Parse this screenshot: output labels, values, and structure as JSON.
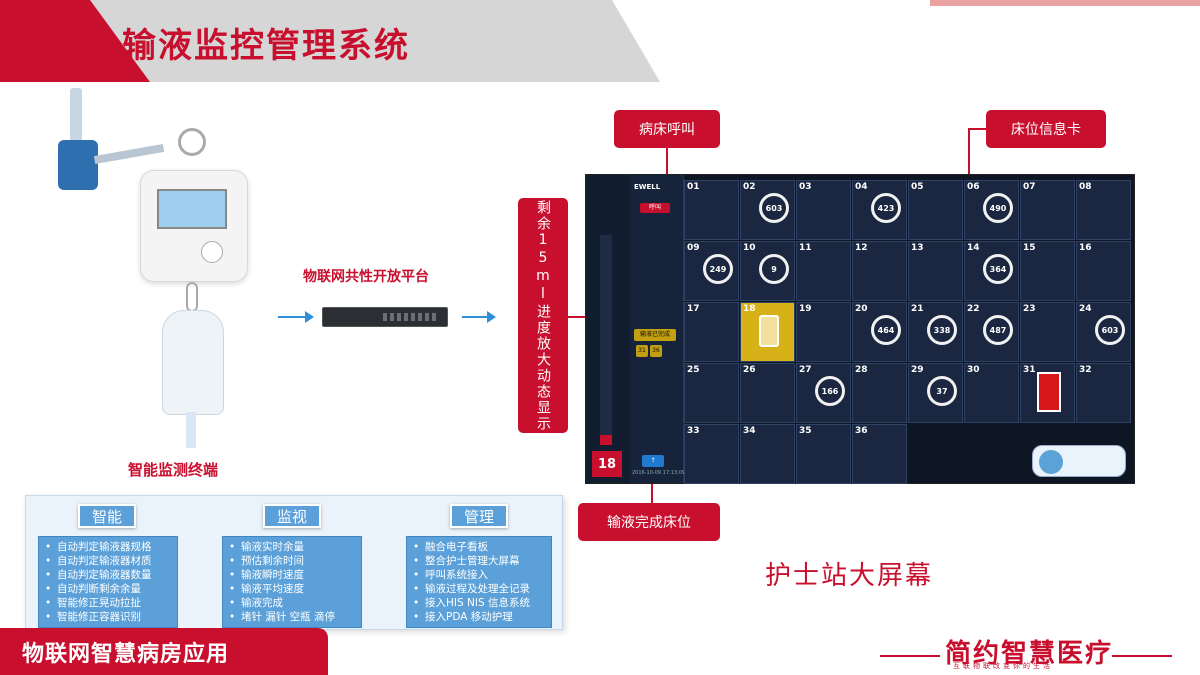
{
  "header": {
    "title": "输液监控管理系统"
  },
  "device": {
    "label": "智能监测终端"
  },
  "platform": {
    "label": "物联网共性开放平台"
  },
  "callouts": {
    "bed_call": "病床呼叫",
    "bed_card": "床位信息卡",
    "remaining": "剩余15ml进度放大动态显示",
    "completed": "输液完成床位"
  },
  "screen": {
    "logo": "EWELL",
    "call_badge": "呼叫",
    "done_badge": "输液已完成",
    "done_chips": [
      "31",
      "36"
    ],
    "count": "18",
    "button": "↑",
    "timestamp": "2016-10-09 17:13:09",
    "beds": [
      {
        "num": "01",
        "name": "",
        "ring": ""
      },
      {
        "num": "02",
        "name": "",
        "ring": "603"
      },
      {
        "num": "03",
        "name": "",
        "ring": ""
      },
      {
        "num": "04",
        "name": "",
        "ring": "423"
      },
      {
        "num": "05",
        "name": "",
        "ring": ""
      },
      {
        "num": "06",
        "name": "",
        "ring": "490"
      },
      {
        "num": "07",
        "name": "",
        "ring": ""
      },
      {
        "num": "08",
        "name": "",
        "ring": ""
      },
      {
        "num": "09",
        "name": "",
        "ring": "249"
      },
      {
        "num": "10",
        "name": "",
        "ring": "9"
      },
      {
        "num": "11",
        "name": "",
        "ring": ""
      },
      {
        "num": "12",
        "name": "",
        "ring": ""
      },
      {
        "num": "13",
        "name": "",
        "ring": ""
      },
      {
        "num": "14",
        "name": "",
        "ring": "364"
      },
      {
        "num": "15",
        "name": "",
        "ring": ""
      },
      {
        "num": "16",
        "name": "",
        "ring": ""
      },
      {
        "num": "17",
        "name": "",
        "ring": ""
      },
      {
        "num": "18",
        "name": "",
        "ring": ""
      },
      {
        "num": "19",
        "name": "",
        "ring": ""
      },
      {
        "num": "20",
        "name": "",
        "ring": "464"
      },
      {
        "num": "21",
        "name": "",
        "ring": "338"
      },
      {
        "num": "22",
        "name": "",
        "ring": "487"
      },
      {
        "num": "23",
        "name": "",
        "ring": ""
      },
      {
        "num": "24",
        "name": "",
        "ring": "603"
      },
      {
        "num": "25",
        "name": "",
        "ring": ""
      },
      {
        "num": "26",
        "name": "",
        "ring": ""
      },
      {
        "num": "27",
        "name": "",
        "ring": "166"
      },
      {
        "num": "28",
        "name": "",
        "ring": ""
      },
      {
        "num": "29",
        "name": "",
        "ring": "37"
      },
      {
        "num": "30",
        "name": "",
        "ring": ""
      },
      {
        "num": "31",
        "name": "",
        "ring": ""
      },
      {
        "num": "32",
        "name": "",
        "ring": ""
      },
      {
        "num": "33",
        "name": "",
        "ring": ""
      },
      {
        "num": "34",
        "name": "",
        "ring": ""
      },
      {
        "num": "35",
        "name": "",
        "ring": ""
      },
      {
        "num": "36",
        "name": "",
        "ring": ""
      }
    ]
  },
  "station": {
    "label": "护士站大屏幕"
  },
  "features": [
    {
      "head": "智能",
      "items": [
        "自动判定输液器规格",
        "自动判定输液器材质",
        "自动判定输液器数量",
        "自动判断剩余余量",
        "智能修正晃动拉扯",
        "智能修正容器识别"
      ]
    },
    {
      "head": "监视",
      "items": [
        "输液实时余量",
        "预估剩余时间",
        "输液瞬时速度",
        "输液平均速度",
        "输液完成",
        "堵针 漏针 空瓶 滴停"
      ]
    },
    {
      "head": "管理",
      "items": [
        "融合电子看板",
        "整合护士管理大屏幕",
        "呼叫系统接入",
        "输液过程及处理全记录",
        "接入HIS NIS 信息系统",
        "接入PDA 移动护理"
      ]
    }
  ],
  "footer": {
    "title": "物联网智慧病房应用"
  },
  "brand": {
    "name": "简约智慧医疗",
    "slogan": "互联物联改变你的生活"
  },
  "colors": {
    "brand_red": "#c8102e",
    "panel_blue": "#5ba0d8",
    "screen_bg": "#0e1624"
  }
}
